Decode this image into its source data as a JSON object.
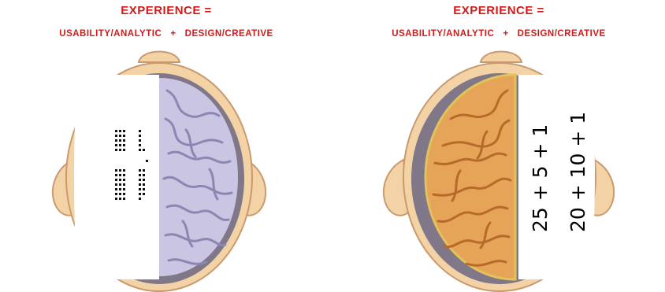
{
  "colors": {
    "title_red": "#d11a1a",
    "skin": "#f3d3a6",
    "skin_edge": "#c99a6e",
    "skull_shadow": "#6b6784",
    "brain_purple": "#c9c5e2",
    "brain_purple_fold": "#8d86b3",
    "brain_orange": "#e6a458",
    "brain_orange_fold": "#b76a2a"
  },
  "panels": [
    {
      "headline": "EXPERIENCE =",
      "subline": "USABILITY/ANALYTIC   +   DESIGN/CREATIVE",
      "highlight": "left-hemisphere-blank",
      "left_hemisphere": "dot-grid",
      "right_hemisphere": "purple-brain"
    },
    {
      "headline": "EXPERIENCE =",
      "subline": "USABILITY/ANALYTIC   +   DESIGN/CREATIVE",
      "highlight": "right-hemisphere-blank",
      "left_hemisphere": "orange-brain",
      "equations": [
        "25 + 5 + 1",
        "20 + 10 + 1"
      ]
    }
  ]
}
